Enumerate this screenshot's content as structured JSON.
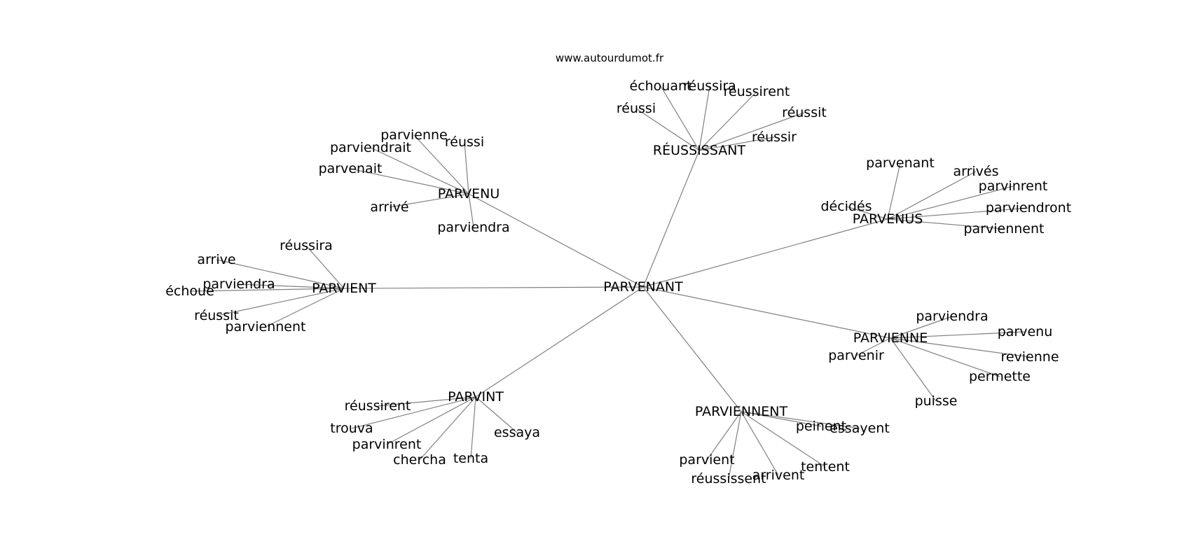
{
  "watermark": "www.autourdumot.fr",
  "center": "PARVENANT",
  "edge_color": "#808080",
  "hubs": [
    {
      "id": "parvenu",
      "label": "PARVENU",
      "leaves": [
        "parvienne",
        "réussi",
        "parviendrait",
        "parvenait",
        "arrivé",
        "parviendra"
      ]
    },
    {
      "id": "reussissant",
      "label": "RÉUSSISSANT",
      "leaves": [
        "échouant",
        "réussira",
        "réussirent",
        "réussi",
        "réussit",
        "réussir"
      ]
    },
    {
      "id": "parvenus",
      "label": "PARVENUS",
      "leaves": [
        "parvenant",
        "arrivés",
        "parvinrent",
        "décidés",
        "parviendront",
        "parviennent"
      ]
    },
    {
      "id": "parvient",
      "label": "PARVIENT",
      "leaves": [
        "réussira",
        "arrive",
        "parviendra",
        "échoue",
        "réussit",
        "parviennent"
      ]
    },
    {
      "id": "parvienne",
      "label": "PARVIENNE",
      "leaves": [
        "parviendra",
        "parvenu",
        "parvenir",
        "revienne",
        "permette",
        "puisse"
      ]
    },
    {
      "id": "parvint",
      "label": "PARVINT",
      "leaves": [
        "réussirent",
        "trouva",
        "parvinrent",
        "chercha",
        "tenta",
        "essaya"
      ]
    },
    {
      "id": "parviennent",
      "label": "PARVIENNENT",
      "leaves": [
        "peinent",
        "essayent",
        "parvient",
        "réussissent",
        "arrivent",
        "tentent"
      ]
    }
  ]
}
